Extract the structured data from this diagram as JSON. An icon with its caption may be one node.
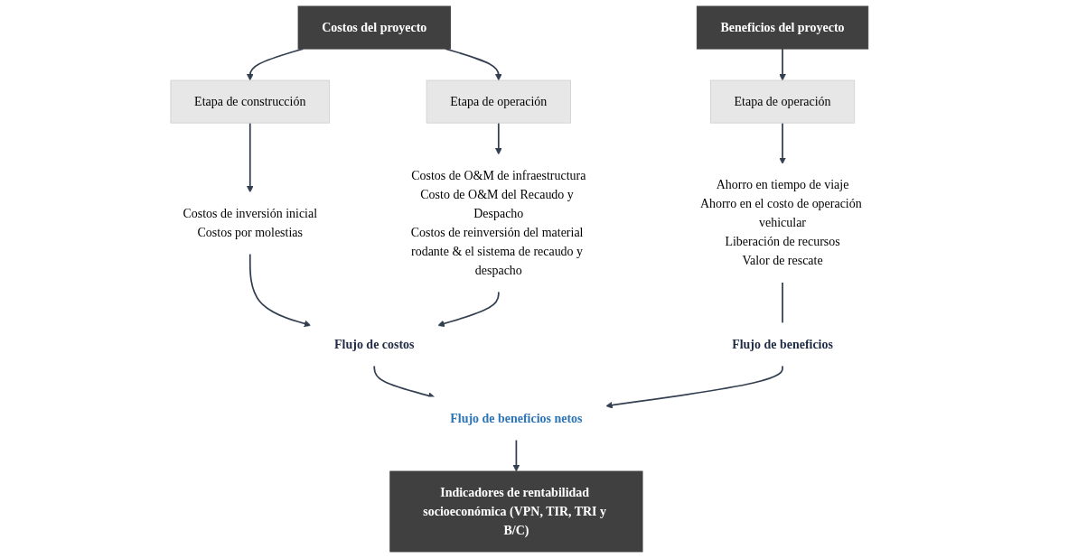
{
  "diagram": {
    "nodes": [
      {
        "text": [
          "Costos del proyecto"
        ]
      },
      {
        "text": [
          "Beneficios del proyecto"
        ]
      },
      {
        "text": [
          "Etapa de construcción"
        ]
      },
      {
        "text": [
          "Etapa de operación"
        ]
      },
      {
        "text": [
          "Etapa de operación"
        ]
      },
      {
        "text": [
          "Costos de inversión inicial",
          "Costos por molestias"
        ]
      },
      {
        "text": [
          "Costos de O&M de infraestructura",
          "Costo de O&M del Recaudo y Despacho",
          "Costos de reinversión del material rodante & el sistema de recaudo y despacho"
        ]
      },
      {
        "text": [
          "Ahorro en tiempo de viaje",
          "Ahorro en el costo de operación vehicular",
          "Liberación de recursos",
          "Valor de rescate"
        ]
      },
      {
        "text": [
          "Flujo de costos"
        ]
      },
      {
        "text": [
          "Flujo de beneficios"
        ]
      },
      {
        "text": [
          "Flujo de beneficios netos"
        ]
      },
      {
        "text": [
          "Indicadores de rentabilidad socioeconómica (VPN, TIR, TRI y B/C)"
        ]
      }
    ],
    "edges": [
      {
        "from": 0,
        "to": 2,
        "arrow": "to"
      },
      {
        "from": 0,
        "to": 3,
        "arrow": "to"
      },
      {
        "from": 1,
        "to": 4,
        "arrow": "to"
      },
      {
        "from": 2,
        "to": 5,
        "arrow": "to"
      },
      {
        "from": 3,
        "to": 6,
        "arrow": "to"
      },
      {
        "from": 4,
        "to": 7,
        "arrow": "to"
      },
      {
        "from": 5,
        "to": 8,
        "arrow": "to"
      },
      {
        "from": 6,
        "to": 8,
        "arrow": "to"
      },
      {
        "from": 7,
        "to": 9,
        "arrow": "none"
      },
      {
        "from": 8,
        "to": 10,
        "arrow": "to"
      },
      {
        "from": 9,
        "to": 10,
        "arrow": "to"
      },
      {
        "from": 10,
        "to": 11,
        "arrow": "to"
      }
    ]
  }
}
